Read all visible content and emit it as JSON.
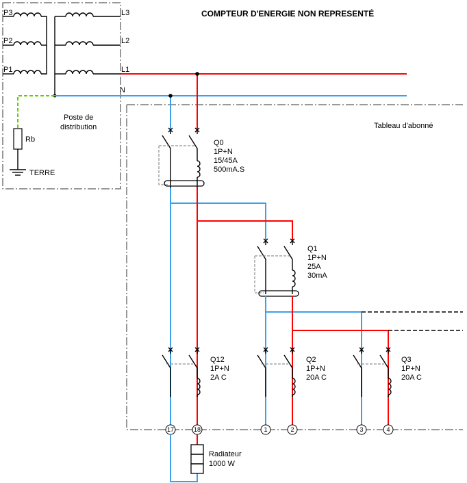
{
  "title": "COMPTEUR D'ENERGIE NON REPRESENTÉ",
  "transformer": {
    "primary": [
      "P3",
      "P2",
      "P1"
    ],
    "secondary": [
      "L3",
      "L2",
      "L1"
    ],
    "neutral": "N",
    "station_label": [
      "Poste de",
      "distribution"
    ],
    "earth_resistor": "Rb",
    "earth": "TERRE"
  },
  "board_label": "Tableau d'abonné",
  "breakers": [
    {
      "id": "Q0",
      "lines": [
        "Q0",
        "1P+N",
        "15/45A",
        "500mA.S"
      ]
    },
    {
      "id": "Q1",
      "lines": [
        "Q1",
        "1P+N",
        "25A",
        "30mA"
      ]
    },
    {
      "id": "Q12",
      "lines": [
        "Q12",
        "1P+N",
        "2A C"
      ]
    },
    {
      "id": "Q2",
      "lines": [
        "Q2",
        "1P+N",
        "20A C"
      ]
    },
    {
      "id": "Q3",
      "lines": [
        "Q3",
        "1P+N",
        "20A C"
      ]
    }
  ],
  "terminals": [
    "17",
    "18",
    "1",
    "2",
    "3",
    "4"
  ],
  "load": [
    "Radiateur",
    "1000 W"
  ],
  "colors": {
    "phase": "#ff0000",
    "neutral": "#3ca0e8",
    "earth": "#66cc00"
  }
}
